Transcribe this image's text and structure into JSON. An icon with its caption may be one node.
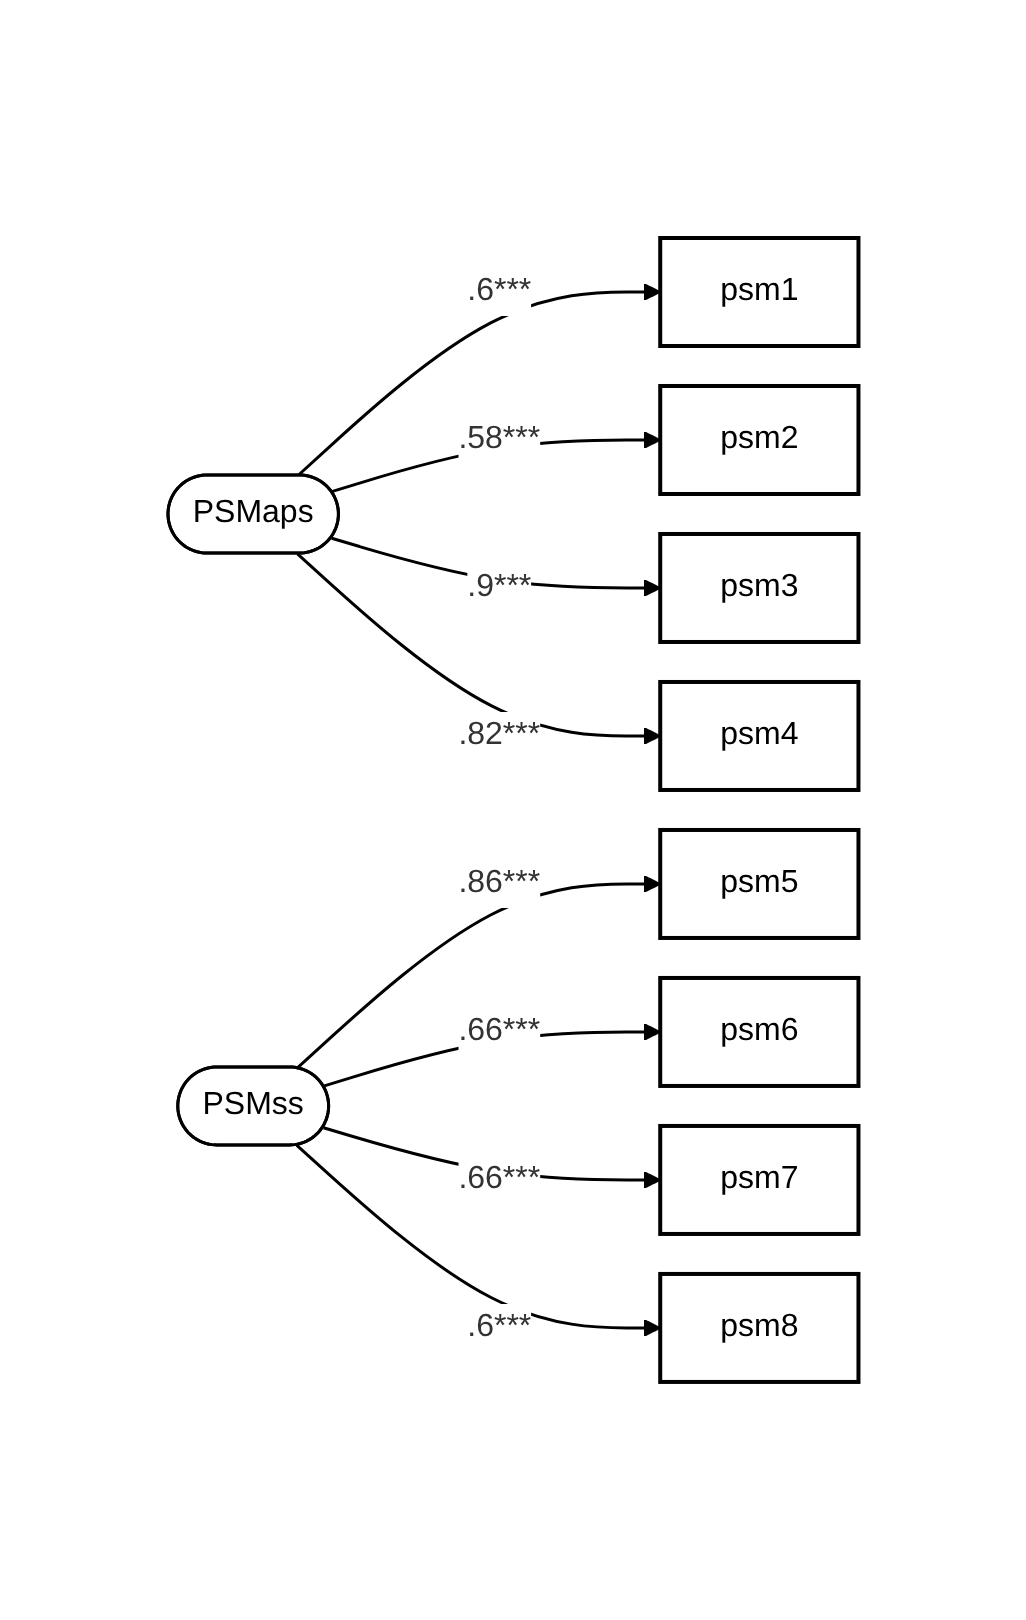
{
  "diagram": {
    "nodes": [
      {
        "text": [
          "PSMaps"
        ]
      },
      {
        "text": [
          "psm1"
        ]
      },
      {
        "text": [
          "psm2"
        ]
      },
      {
        "text": [
          "psm3"
        ]
      },
      {
        "text": [
          "psm4"
        ]
      },
      {
        "text": [
          "PSMss"
        ]
      },
      {
        "text": [
          "psm5"
        ]
      },
      {
        "text": [
          "psm6"
        ]
      },
      {
        "text": [
          "psm7"
        ]
      },
      {
        "text": [
          "psm8"
        ]
      }
    ],
    "edges": [
      {
        "from": 0,
        "to": 1,
        "arrow": "to",
        "label": ".6***"
      },
      {
        "from": 0,
        "to": 2,
        "arrow": "to",
        "label": ".58***"
      },
      {
        "from": 0,
        "to": 3,
        "arrow": "to",
        "label": ".9***"
      },
      {
        "from": 0,
        "to": 4,
        "arrow": "to",
        "label": ".82***"
      },
      {
        "from": 5,
        "to": 6,
        "arrow": "to",
        "label": ".86***"
      },
      {
        "from": 5,
        "to": 7,
        "arrow": "to",
        "label": ".66***"
      },
      {
        "from": 5,
        "to": 8,
        "arrow": "to",
        "label": ".66***"
      },
      {
        "from": 5,
        "to": 9,
        "arrow": "to",
        "label": ".6***"
      }
    ]
  }
}
